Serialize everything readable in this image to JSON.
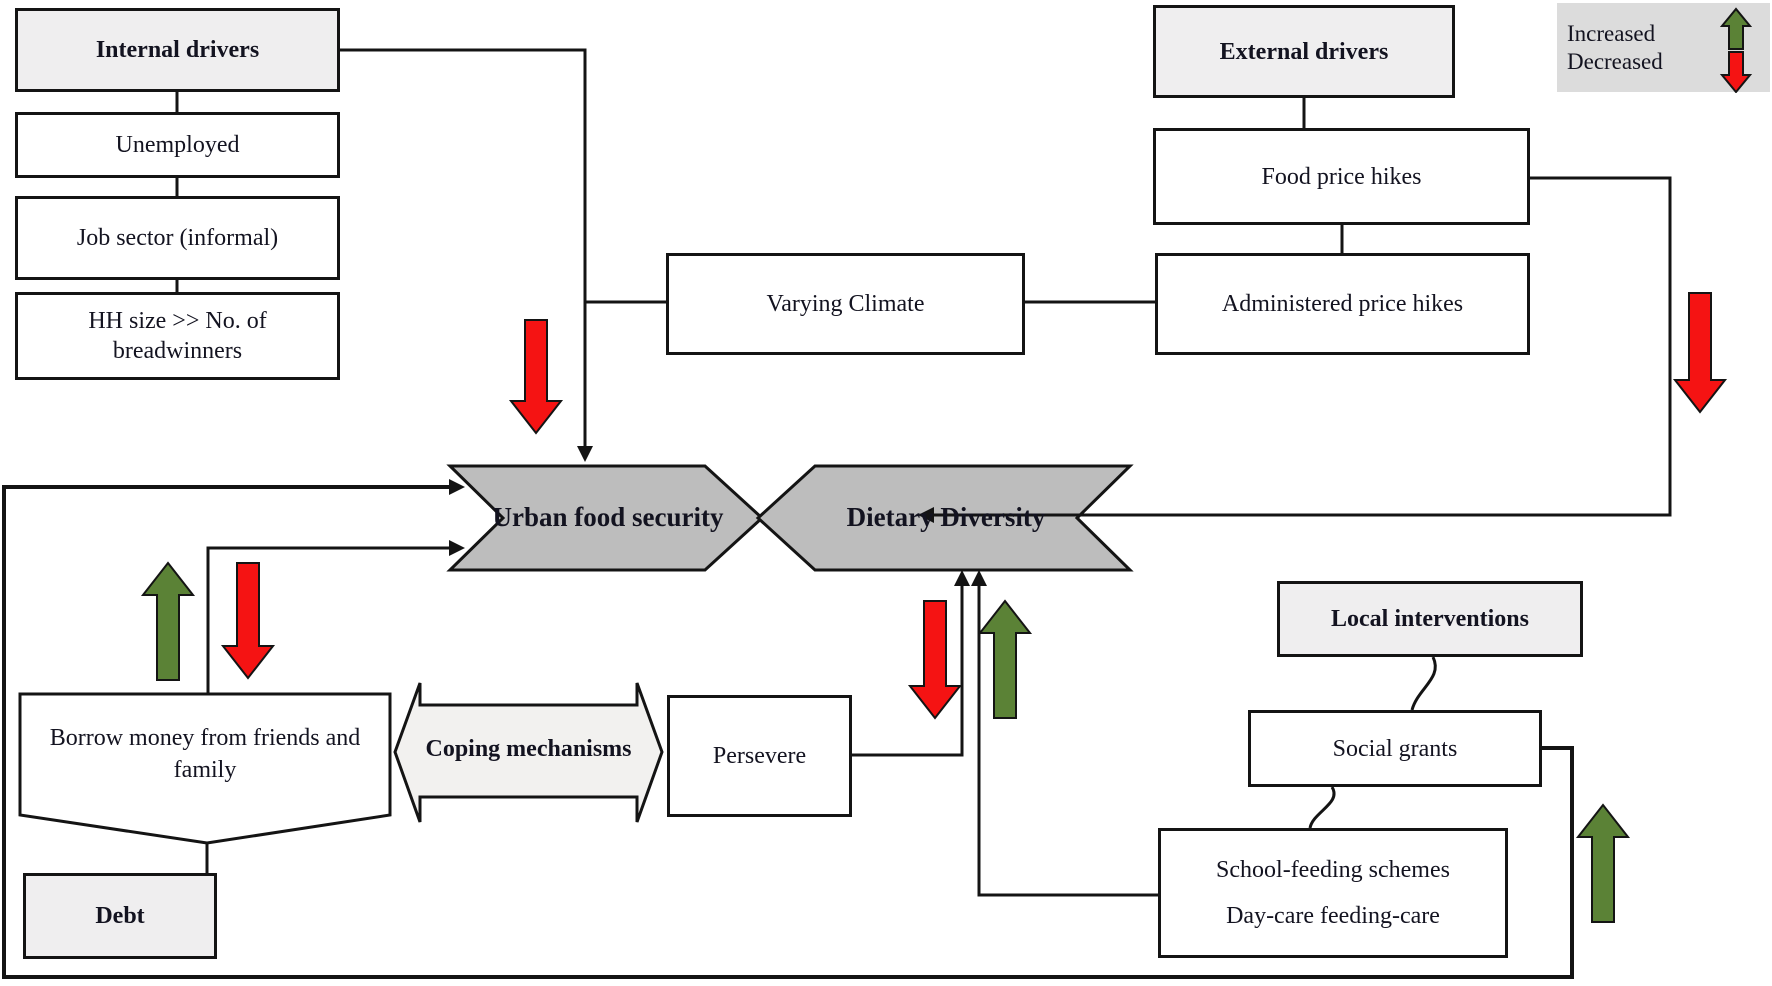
{
  "legend": {
    "increased_label": "Increased",
    "decreased_label": "Decreased"
  },
  "boxes": {
    "internal_drivers": "Internal drivers",
    "unemployed": "Unemployed",
    "job_sector": "Job sector (informal)",
    "hh_size": "HH size >> No. of breadwinners",
    "external_drivers": "External drivers",
    "food_price_hikes": "Food price hikes",
    "administered_price_hikes": "Administered price hikes",
    "varying_climate": "Varying Climate",
    "urban_food_security": "Urban food security",
    "dietary_diversity": "Dietary Diversity",
    "coping_mechanisms": "Coping mechanisms",
    "persevere": "Persevere",
    "borrow_money": "Borrow money from friends and family",
    "debt": "Debt",
    "local_interventions": "Local interventions",
    "social_grants": "Social grants",
    "school_feeding_schemes": "School-feeding schemes",
    "day_care_feeding_care": "Day-care feeding-care"
  },
  "colors": {
    "increase_green": "#5b8236",
    "decrease_red": "#f51313",
    "box_gray": "#efeeef",
    "chevron_gray": "#bdbdbd",
    "coping_bg": "#f2f1ef",
    "legend_bg": "#dcdcdc",
    "line_color": "#141414",
    "text_color": "#131320"
  }
}
